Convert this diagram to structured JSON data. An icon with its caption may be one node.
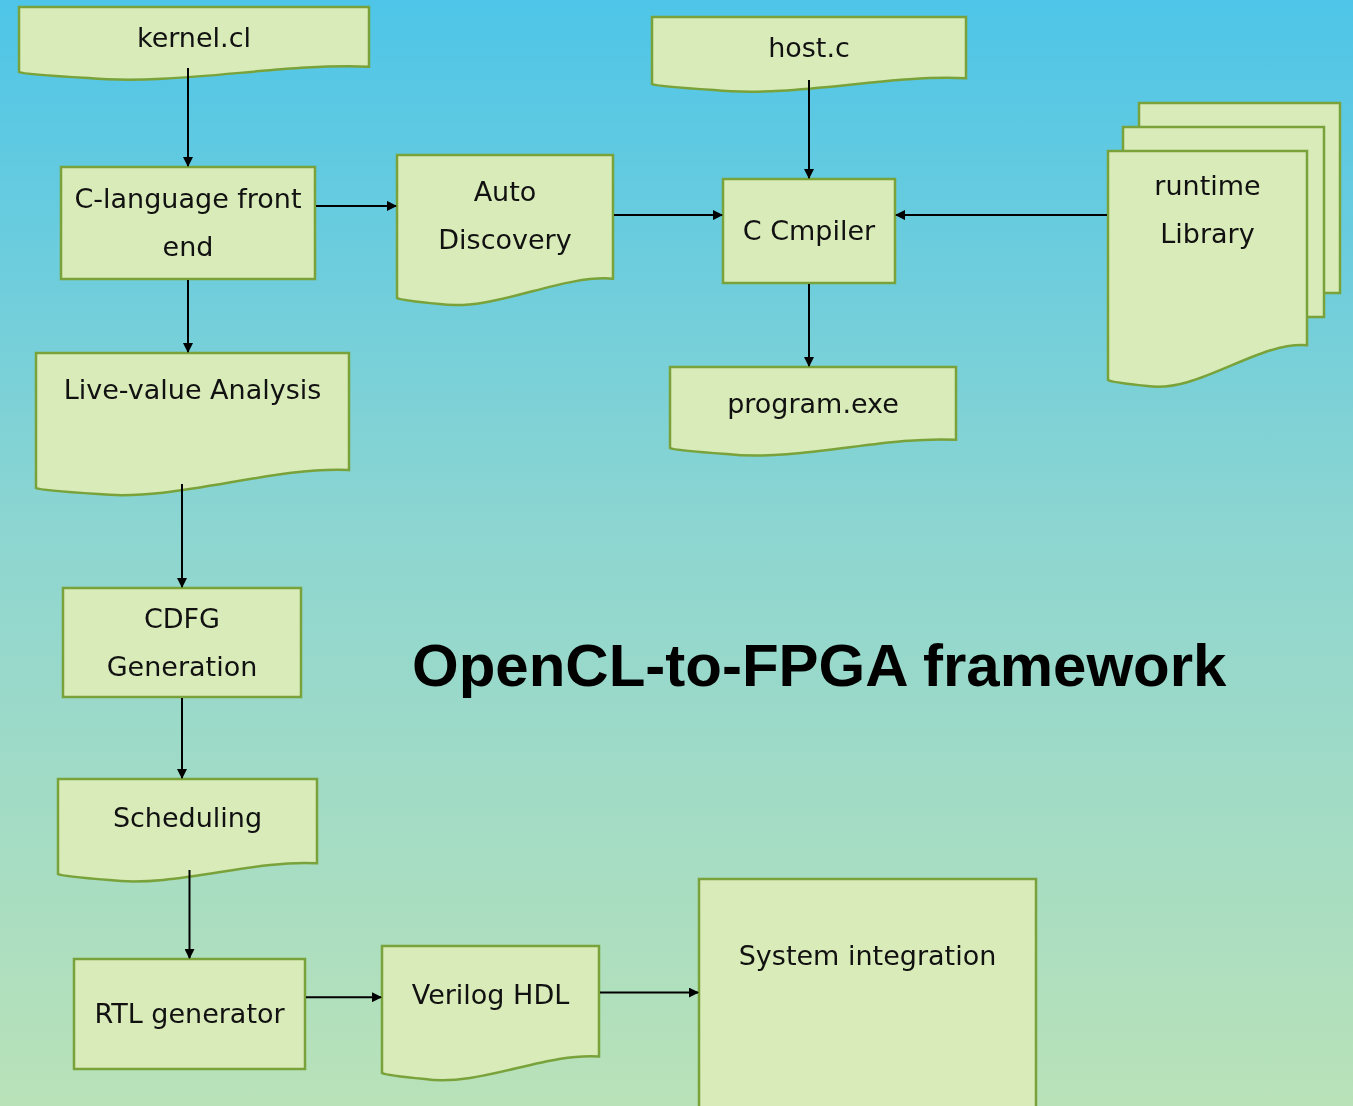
{
  "diagram": {
    "title": "OpenCL-to-FPGA framework",
    "nodes": [
      {
        "text": [
          "kernel.cl"
        ]
      },
      {
        "text": [
          "C-language front end"
        ]
      },
      {
        "text": [
          "Auto Discovery"
        ]
      },
      {
        "text": [
          "host.c"
        ]
      },
      {
        "text": [
          "C Cmpiler"
        ]
      },
      {
        "text": [
          "runtime Library"
        ]
      },
      {
        "text": [
          "program.exe"
        ]
      },
      {
        "text": [
          "Live-value Analysis"
        ]
      },
      {
        "text": [
          "CDFG Generation"
        ]
      },
      {
        "text": [
          "Scheduling"
        ]
      },
      {
        "text": [
          "RTL generator"
        ]
      },
      {
        "text": [
          "Verilog HDL"
        ]
      },
      {
        "text": [
          "System integration"
        ]
      }
    ],
    "edges": [
      {
        "from": 0,
        "to": 1,
        "arrow": "to"
      },
      {
        "from": 1,
        "to": 2,
        "arrow": "to"
      },
      {
        "from": 2,
        "to": 4,
        "arrow": "to"
      },
      {
        "from": 3,
        "to": 4,
        "arrow": "to"
      },
      {
        "from": 5,
        "to": 4,
        "arrow": "to"
      },
      {
        "from": 4,
        "to": 6,
        "arrow": "to"
      },
      {
        "from": 1,
        "to": 7,
        "arrow": "to"
      },
      {
        "from": 7,
        "to": 8,
        "arrow": "to"
      },
      {
        "from": 8,
        "to": 9,
        "arrow": "to"
      },
      {
        "from": 9,
        "to": 10,
        "arrow": "to"
      },
      {
        "from": 10,
        "to": 11,
        "arrow": "to"
      },
      {
        "from": 11,
        "to": 12,
        "arrow": "to"
      }
    ]
  }
}
